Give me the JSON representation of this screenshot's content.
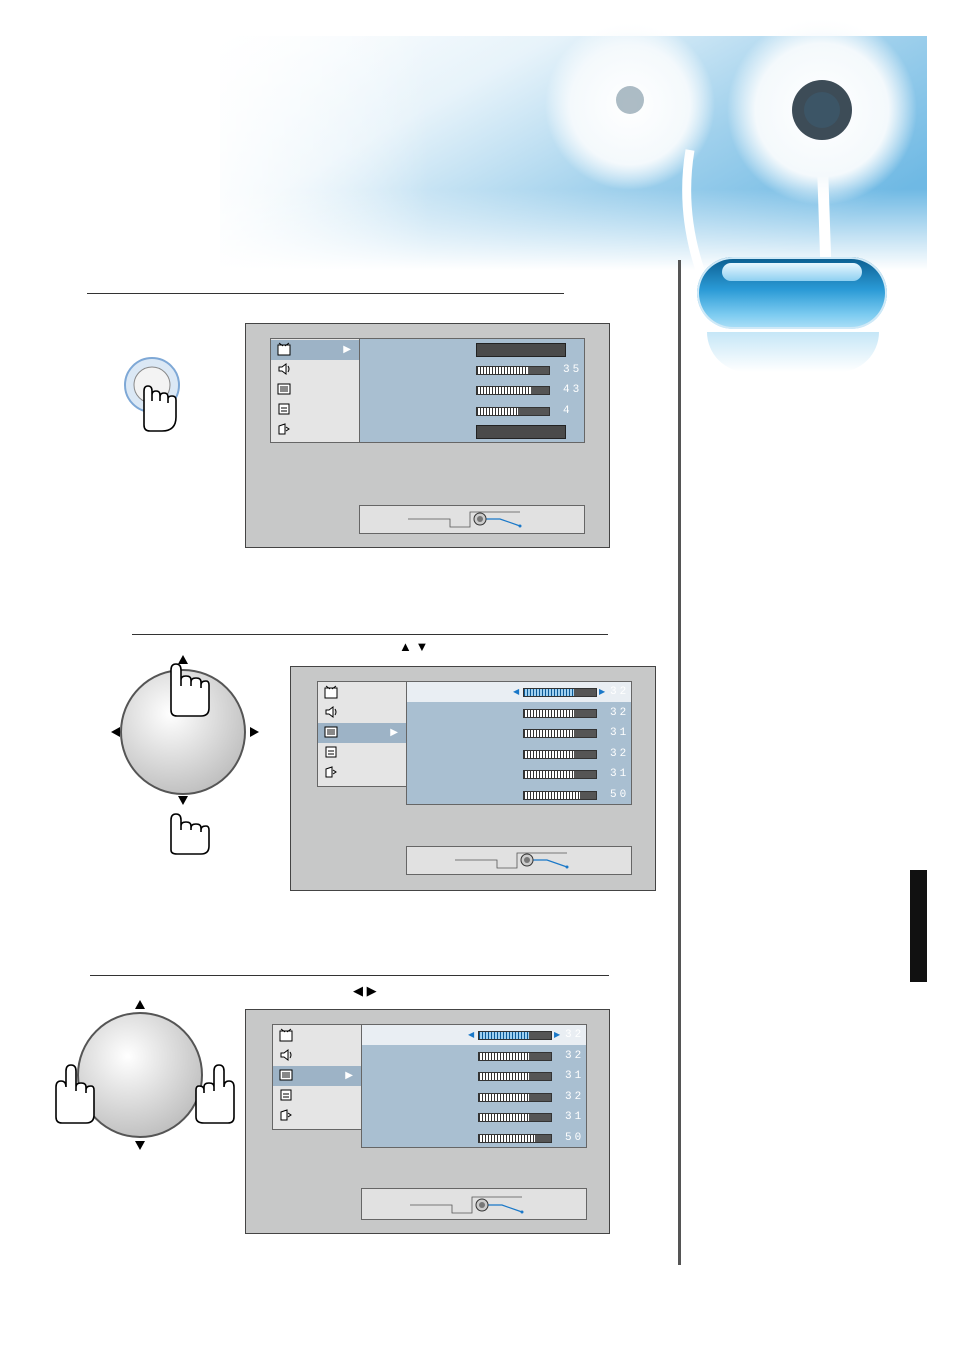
{
  "icons": {
    "picture": "picture-icon",
    "sound": "sound-icon",
    "screen": "screen-icon",
    "feature": "feature-icon",
    "input": "input-icon",
    "hand": "hand-pointer-icon",
    "joystick": "joystick-icon"
  },
  "step2": {
    "arrows": "▲ ▼"
  },
  "step3": {
    "arrows": "◀ ▶"
  },
  "screen1": {
    "menu_selected": 0,
    "values": [
      "35",
      "43",
      "4"
    ]
  },
  "screen2": {
    "menu_selected": 2,
    "values": [
      "32",
      "32",
      "31",
      "32",
      "31",
      "50"
    ]
  },
  "screen3": {
    "menu_selected": 2,
    "values": [
      "32",
      "32",
      "31",
      "32",
      "31",
      "50"
    ]
  },
  "colors": {
    "accent_blue": "#1a78c8",
    "osd_gray": "#c7c8c8",
    "osd_blue": "#a9bfd1"
  }
}
